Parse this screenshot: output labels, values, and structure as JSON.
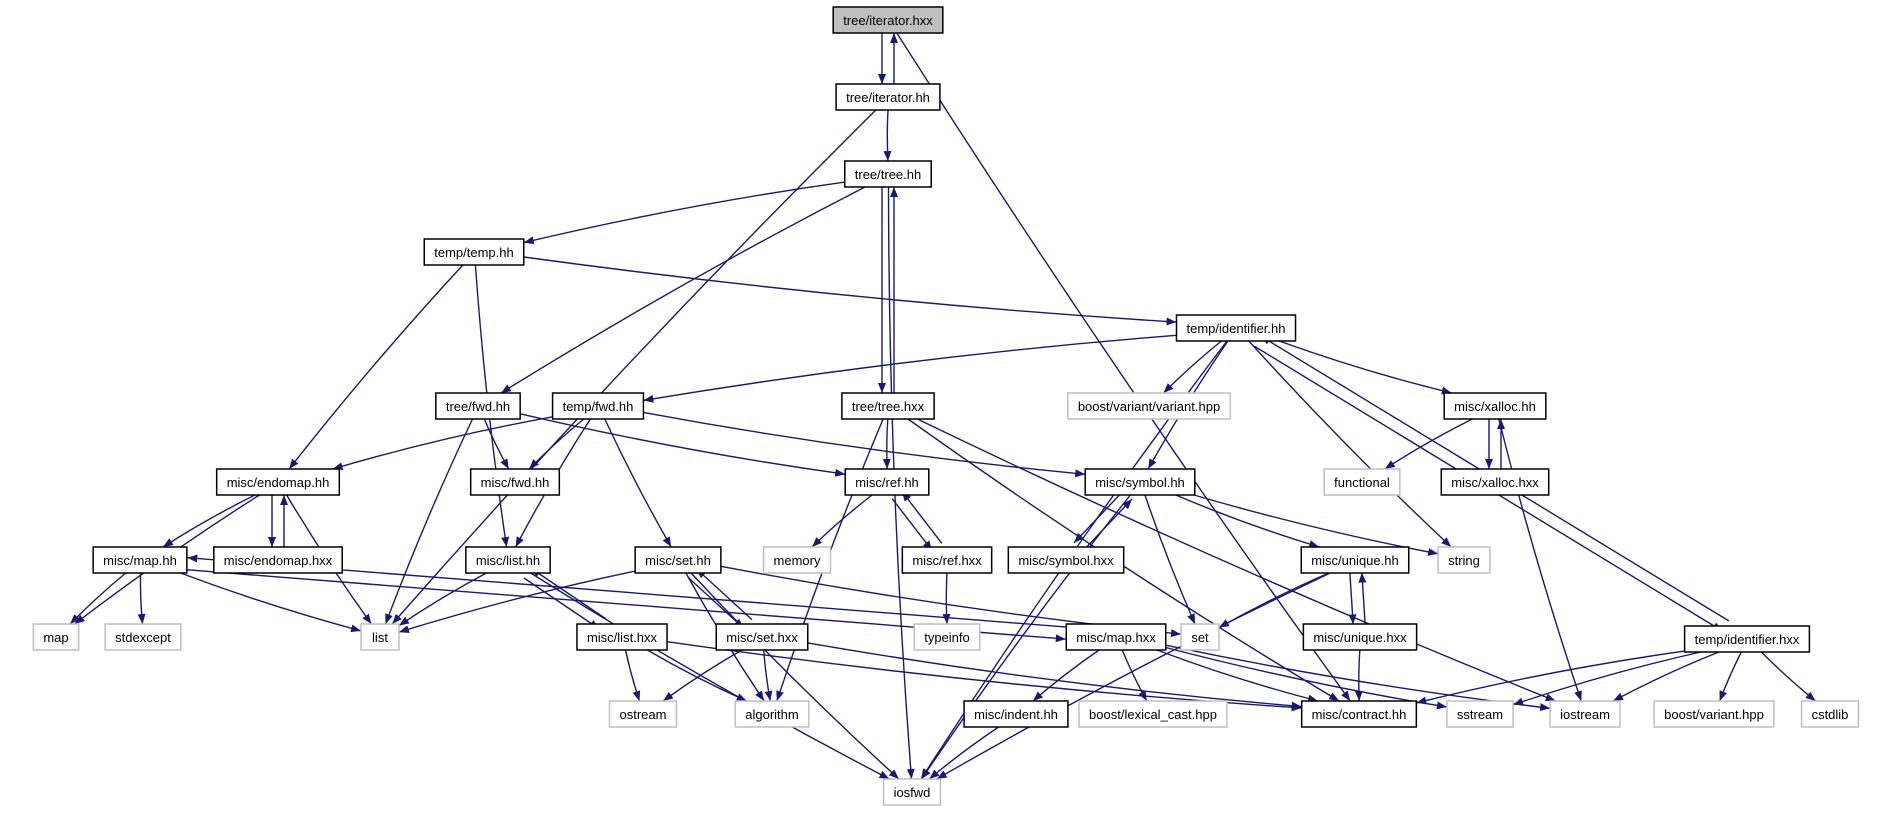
{
  "graph": {
    "nodes": [
      {
        "id": "iterator_hxx",
        "label": "tree/iterator.hxx",
        "kind": "main"
      },
      {
        "id": "iterator_hh",
        "label": "tree/iterator.hh",
        "kind": "project"
      },
      {
        "id": "tree_hh",
        "label": "tree/tree.hh",
        "kind": "project"
      },
      {
        "id": "temp_hh",
        "label": "temp/temp.hh",
        "kind": "project"
      },
      {
        "id": "identifier_hh",
        "label": "temp/identifier.hh",
        "kind": "project"
      },
      {
        "id": "tree_fwd",
        "label": "tree/fwd.hh",
        "kind": "project"
      },
      {
        "id": "temp_fwd",
        "label": "temp/fwd.hh",
        "kind": "project"
      },
      {
        "id": "tree_hxx",
        "label": "tree/tree.hxx",
        "kind": "project"
      },
      {
        "id": "boost_variant_variant",
        "label": "boost/variant/variant.hpp",
        "kind": "system"
      },
      {
        "id": "xalloc_hh",
        "label": "misc/xalloc.hh",
        "kind": "project"
      },
      {
        "id": "functional",
        "label": "functional",
        "kind": "system"
      },
      {
        "id": "xalloc_hxx",
        "label": "misc/xalloc.hxx",
        "kind": "project"
      },
      {
        "id": "endomap_hh",
        "label": "misc/endomap.hh",
        "kind": "project"
      },
      {
        "id": "misc_fwd",
        "label": "misc/fwd.hh",
        "kind": "project"
      },
      {
        "id": "ref_hh",
        "label": "misc/ref.hh",
        "kind": "project"
      },
      {
        "id": "symbol_hh",
        "label": "misc/symbol.hh",
        "kind": "project"
      },
      {
        "id": "map_hh",
        "label": "misc/map.hh",
        "kind": "project"
      },
      {
        "id": "endomap_hxx",
        "label": "misc/endomap.hxx",
        "kind": "project"
      },
      {
        "id": "list_hh",
        "label": "misc/list.hh",
        "kind": "project"
      },
      {
        "id": "set_hh",
        "label": "misc/set.hh",
        "kind": "project"
      },
      {
        "id": "memory",
        "label": "memory",
        "kind": "system"
      },
      {
        "id": "ref_hxx",
        "label": "misc/ref.hxx",
        "kind": "project"
      },
      {
        "id": "symbol_hxx",
        "label": "misc/symbol.hxx",
        "kind": "project"
      },
      {
        "id": "unique_hh",
        "label": "misc/unique.hh",
        "kind": "project"
      },
      {
        "id": "string",
        "label": "string",
        "kind": "system"
      },
      {
        "id": "map",
        "label": "map",
        "kind": "system"
      },
      {
        "id": "stdexcept",
        "label": "stdexcept",
        "kind": "system"
      },
      {
        "id": "list",
        "label": "list",
        "kind": "system"
      },
      {
        "id": "list_hxx",
        "label": "misc/list.hxx",
        "kind": "project"
      },
      {
        "id": "set_hxx",
        "label": "misc/set.hxx",
        "kind": "project"
      },
      {
        "id": "typeinfo",
        "label": "typeinfo",
        "kind": "system"
      },
      {
        "id": "map_hxx",
        "label": "misc/map.hxx",
        "kind": "project"
      },
      {
        "id": "set",
        "label": "set",
        "kind": "system"
      },
      {
        "id": "unique_hxx",
        "label": "misc/unique.hxx",
        "kind": "project"
      },
      {
        "id": "identifier_hxx",
        "label": "temp/identifier.hxx",
        "kind": "project"
      },
      {
        "id": "ostream",
        "label": "ostream",
        "kind": "system"
      },
      {
        "id": "algorithm",
        "label": "algorithm",
        "kind": "system"
      },
      {
        "id": "indent_hh",
        "label": "misc/indent.hh",
        "kind": "project"
      },
      {
        "id": "lexical_cast",
        "label": "boost/lexical_cast.hpp",
        "kind": "system"
      },
      {
        "id": "contract_hh",
        "label": "misc/contract.hh",
        "kind": "project"
      },
      {
        "id": "sstream",
        "label": "sstream",
        "kind": "system"
      },
      {
        "id": "iostream",
        "label": "iostream",
        "kind": "system"
      },
      {
        "id": "boost_variant",
        "label": "boost/variant.hpp",
        "kind": "system"
      },
      {
        "id": "cstdlib",
        "label": "cstdlib",
        "kind": "system"
      },
      {
        "id": "iosfwd",
        "label": "iosfwd",
        "kind": "system"
      }
    ],
    "edges": [
      {
        "from": "iterator_hxx",
        "to": "iterator_hh"
      },
      {
        "from": "iterator_hh",
        "to": "iterator_hxx"
      },
      {
        "from": "iterator_hxx",
        "to": "contract_hh"
      },
      {
        "from": "iterator_hh",
        "to": "tree_hh"
      },
      {
        "from": "iterator_hh",
        "to": "list"
      },
      {
        "from": "tree_hh",
        "to": "temp_hh"
      },
      {
        "from": "tree_hh",
        "to": "tree_fwd"
      },
      {
        "from": "tree_hh",
        "to": "tree_hxx"
      },
      {
        "from": "tree_hxx",
        "to": "tree_hh"
      },
      {
        "from": "tree_hh",
        "to": "iosfwd"
      },
      {
        "from": "temp_hh",
        "to": "identifier_hh"
      },
      {
        "from": "temp_hh",
        "to": "endomap_hh"
      },
      {
        "from": "temp_hh",
        "to": "list_hh"
      },
      {
        "from": "identifier_hh",
        "to": "temp_fwd"
      },
      {
        "from": "identifier_hh",
        "to": "boost_variant_variant"
      },
      {
        "from": "identifier_hh",
        "to": "xalloc_hh"
      },
      {
        "from": "identifier_hh",
        "to": "symbol_hh"
      },
      {
        "from": "identifier_hh",
        "to": "string"
      },
      {
        "from": "identifier_hh",
        "to": "identifier_hxx"
      },
      {
        "from": "identifier_hxx",
        "to": "identifier_hh"
      },
      {
        "from": "identifier_hh",
        "to": "iosfwd"
      },
      {
        "from": "tree_fwd",
        "to": "misc_fwd"
      },
      {
        "from": "tree_fwd",
        "to": "ref_hh"
      },
      {
        "from": "tree_fwd",
        "to": "list"
      },
      {
        "from": "temp_fwd",
        "to": "misc_fwd"
      },
      {
        "from": "temp_fwd",
        "to": "endomap_hh"
      },
      {
        "from": "temp_fwd",
        "to": "list_hh"
      },
      {
        "from": "temp_fwd",
        "to": "set_hh"
      },
      {
        "from": "temp_fwd",
        "to": "symbol_hh"
      },
      {
        "from": "tree_hxx",
        "to": "ref_hh"
      },
      {
        "from": "tree_hxx",
        "to": "algorithm"
      },
      {
        "from": "tree_hxx",
        "to": "contract_hh"
      },
      {
        "from": "tree_hxx",
        "to": "iostream"
      },
      {
        "from": "xalloc_hh",
        "to": "functional"
      },
      {
        "from": "xalloc_hh",
        "to": "xalloc_hxx"
      },
      {
        "from": "xalloc_hxx",
        "to": "xalloc_hh"
      },
      {
        "from": "xalloc_hh",
        "to": "iostream"
      },
      {
        "from": "endomap_hh",
        "to": "map_hh"
      },
      {
        "from": "endomap_hh",
        "to": "endomap_hxx"
      },
      {
        "from": "endomap_hxx",
        "to": "endomap_hh"
      },
      {
        "from": "endomap_hh",
        "to": "map"
      },
      {
        "from": "endomap_hh",
        "to": "list"
      },
      {
        "from": "ref_hh",
        "to": "memory"
      },
      {
        "from": "ref_hh",
        "to": "ref_hxx"
      },
      {
        "from": "ref_hxx",
        "to": "ref_hh"
      },
      {
        "from": "ref_hxx",
        "to": "typeinfo"
      },
      {
        "from": "symbol_hh",
        "to": "symbol_hxx"
      },
      {
        "from": "symbol_hxx",
        "to": "symbol_hh"
      },
      {
        "from": "symbol_hh",
        "to": "unique_hh"
      },
      {
        "from": "symbol_hh",
        "to": "string"
      },
      {
        "from": "symbol_hh",
        "to": "set"
      },
      {
        "from": "symbol_hh",
        "to": "iosfwd"
      },
      {
        "from": "map_hh",
        "to": "map"
      },
      {
        "from": "map_hh",
        "to": "stdexcept"
      },
      {
        "from": "map_hh",
        "to": "list"
      },
      {
        "from": "map_hh",
        "to": "map_hxx"
      },
      {
        "from": "map_hxx",
        "to": "map_hh"
      },
      {
        "from": "list_hh",
        "to": "list"
      },
      {
        "from": "list_hh",
        "to": "list_hxx"
      },
      {
        "from": "list_hxx",
        "to": "list_hh"
      },
      {
        "from": "list_hh",
        "to": "iosfwd"
      },
      {
        "from": "set_hh",
        "to": "list"
      },
      {
        "from": "set_hh",
        "to": "set"
      },
      {
        "from": "set_hh",
        "to": "set_hxx"
      },
      {
        "from": "set_hxx",
        "to": "set_hh"
      },
      {
        "from": "set_hh",
        "to": "algorithm"
      },
      {
        "from": "set_hh",
        "to": "iosfwd"
      },
      {
        "from": "unique_hh",
        "to": "set"
      },
      {
        "from": "unique_hh",
        "to": "unique_hxx"
      },
      {
        "from": "unique_hxx",
        "to": "unique_hh"
      },
      {
        "from": "unique_hh",
        "to": "iosfwd"
      },
      {
        "from": "unique_hxx",
        "to": "contract_hh"
      },
      {
        "from": "list_hxx",
        "to": "ostream"
      },
      {
        "from": "list_hxx",
        "to": "algorithm"
      },
      {
        "from": "list_hxx",
        "to": "contract_hh"
      },
      {
        "from": "set_hxx",
        "to": "ostream"
      },
      {
        "from": "set_hxx",
        "to": "algorithm"
      },
      {
        "from": "set_hxx",
        "to": "contract_hh"
      },
      {
        "from": "map_hxx",
        "to": "indent_hh"
      },
      {
        "from": "map_hxx",
        "to": "lexical_cast"
      },
      {
        "from": "map_hxx",
        "to": "contract_hh"
      },
      {
        "from": "map_hxx",
        "to": "sstream"
      },
      {
        "from": "map_hxx",
        "to": "iostream"
      },
      {
        "from": "indent_hh",
        "to": "iosfwd"
      },
      {
        "from": "identifier_hxx",
        "to": "contract_hh"
      },
      {
        "from": "identifier_hxx",
        "to": "sstream"
      },
      {
        "from": "identifier_hxx",
        "to": "iostream"
      },
      {
        "from": "identifier_hxx",
        "to": "boost_variant"
      },
      {
        "from": "identifier_hxx",
        "to": "cstdlib"
      }
    ]
  }
}
